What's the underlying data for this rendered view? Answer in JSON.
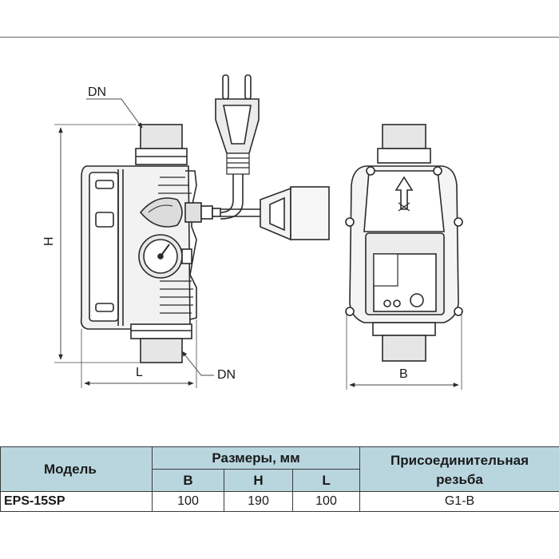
{
  "drawing": {
    "labels": {
      "dn_top": "DN",
      "dn_bottom": "DN",
      "height": "H",
      "length": "L",
      "width": "B"
    }
  },
  "table": {
    "model_header": "Модель",
    "dimensions_header": "Размеры, мм",
    "dimension_columns": [
      "B",
      "H",
      "L"
    ],
    "thread_header_line1": "Присоединительная",
    "thread_header_line2": "резьба",
    "rows": [
      {
        "model": "EPS-15SP",
        "B": "100",
        "H": "190",
        "L": "100",
        "thread": "G1-B"
      }
    ]
  }
}
